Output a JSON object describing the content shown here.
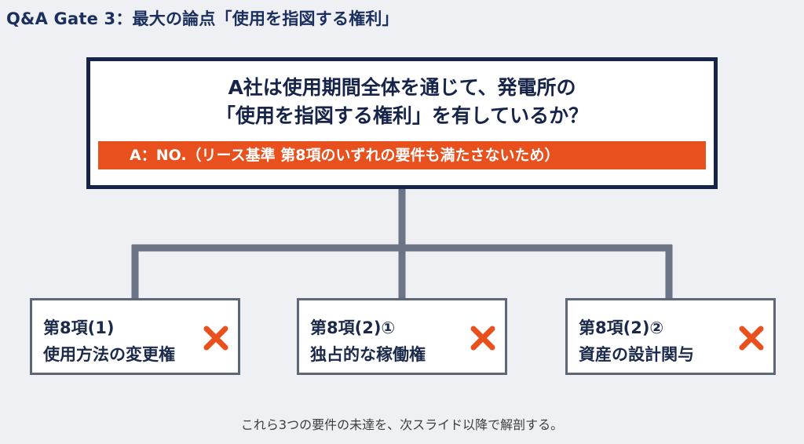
{
  "header": {
    "title": "Q&A Gate 3：最大の論点「使用を指図する権利」"
  },
  "question": {
    "line1": "A社は使用期間全体を通じて、発電所の",
    "line2": "「使用を指図する権利」を有しているか？"
  },
  "answer": {
    "text": "A：NO.（リース基準 第8項のいずれの要件も満たさないため）"
  },
  "requirements": [
    {
      "label": "第8項(1)",
      "desc": "使用方法の変更権",
      "status_icon": "cross-icon"
    },
    {
      "label": "第8項(2)①",
      "desc": "独占的な稼働権",
      "status_icon": "cross-icon"
    },
    {
      "label": "第8項(2)②",
      "desc": "資産の設計関与",
      "status_icon": "cross-icon"
    }
  ],
  "footer": {
    "note": "これら3つの要件の未達を、次スライド以降で解剖する。"
  },
  "colors": {
    "navy": "#16244a",
    "accent": "#e8501e",
    "connector": "#6b7585",
    "background": "#eef0f3"
  }
}
